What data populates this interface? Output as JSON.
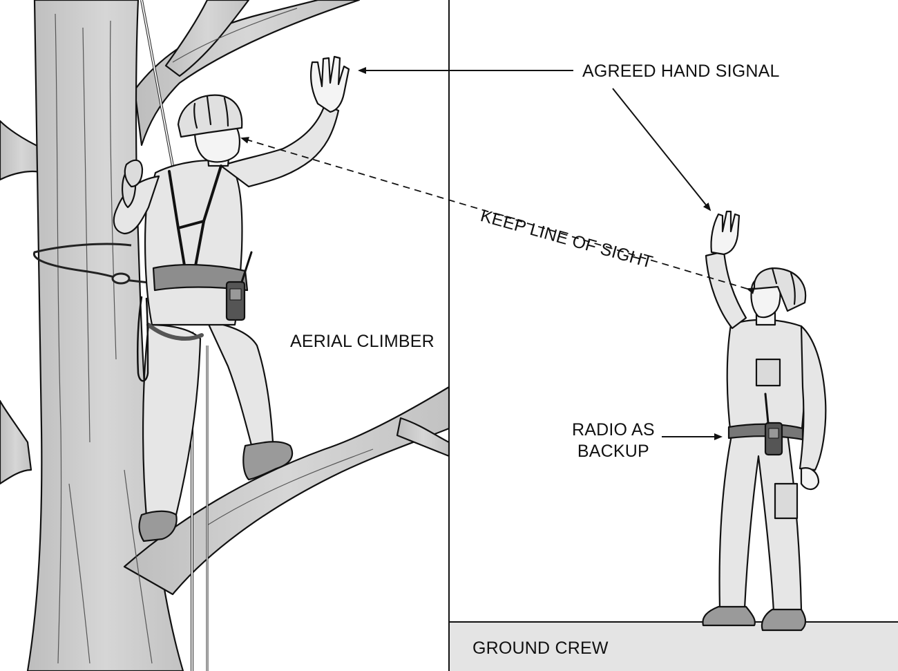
{
  "labels": {
    "agreed_hand_signal": "AGREED HAND SIGNAL",
    "keep_line_of_sight": "KEEP LINE OF SIGHT",
    "aerial_climber": "AERIAL CLIMBER",
    "radio_as_backup_line1": "RADIO AS",
    "radio_as_backup_line2": "BACKUP",
    "ground_crew": "GROUND CREW"
  },
  "colors": {
    "background": "#ffffff",
    "line": "#111111",
    "tree_fill": "#cfcfcf",
    "clothing_fill": "#e6e6e6",
    "ground_fill": "#e4e4e4"
  }
}
